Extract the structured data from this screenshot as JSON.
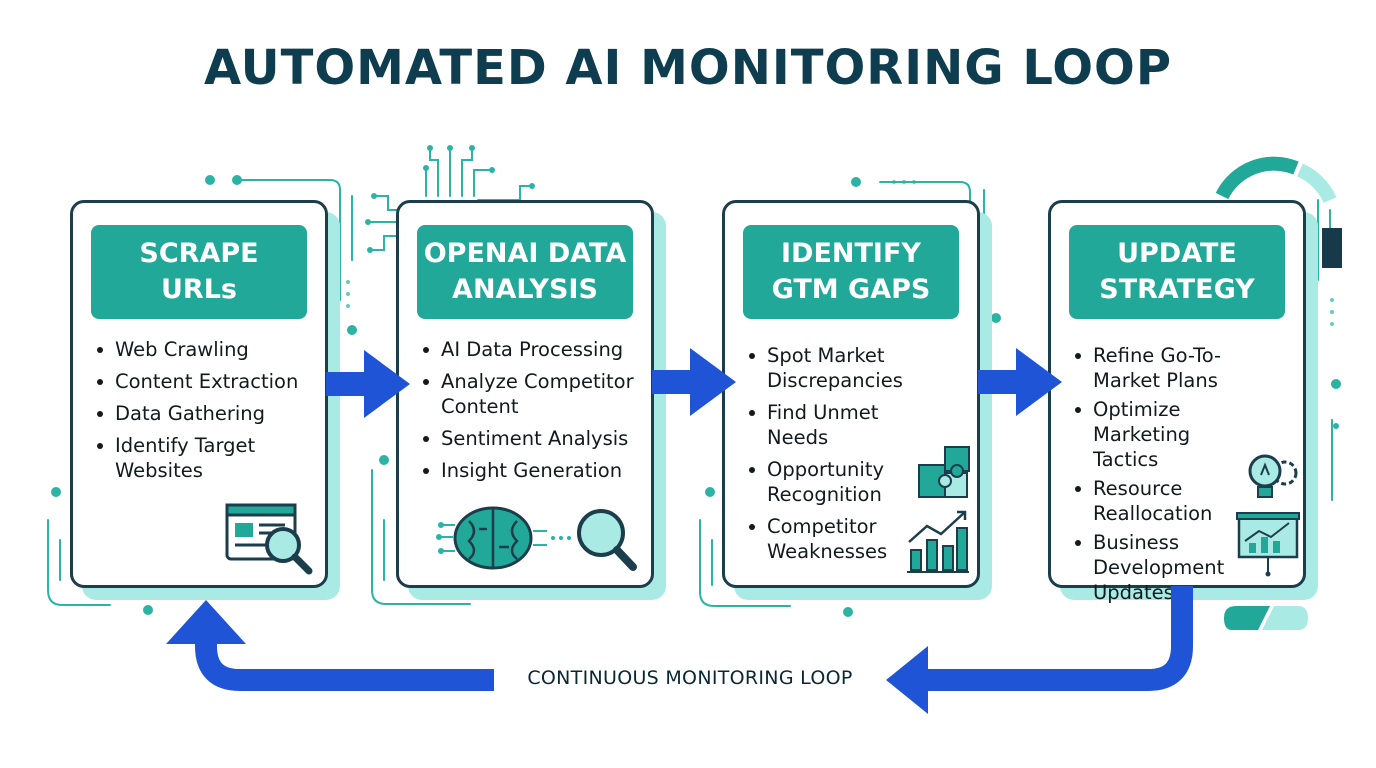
{
  "title": "AUTOMATED AI MONITORING LOOP",
  "steps": [
    {
      "header": "SCRAPE\nURLs",
      "bullets": [
        "Web Crawling",
        "Content Extraction",
        "Data Gathering",
        "Identify Target Websites"
      ],
      "icon": "webpage-search-icon"
    },
    {
      "header": "OPENAI DATA\nANALYSIS",
      "bullets": [
        "AI Data Processing",
        "Analyze Competitor Content",
        "Sentiment Analysis",
        "Insight Generation"
      ],
      "icon": "brain-magnifier-icon"
    },
    {
      "header": "IDENTIFY\nGTM GAPS",
      "bullets": [
        "Spot Market Discrepancies",
        "Find Unmet Needs",
        "Opportunity Recognition",
        "Competitor Weaknesses"
      ],
      "icon": "puzzle-chart-icon"
    },
    {
      "header": "UPDATE\nSTRATEGY",
      "bullets": [
        "Refine Go-To-Market Plans",
        "Optimize Marketing Tactics",
        "Resource Reallocation",
        "Business Development Updates"
      ],
      "icon": "lightbulb-presentation-icon"
    }
  ],
  "loop_label": "CONTINUOUS MONITORING LOOP",
  "colors": {
    "teal": "#22a898",
    "navy": "#0e3d4f",
    "blue": "#1f54d6",
    "mint": "#a9ebe4"
  }
}
